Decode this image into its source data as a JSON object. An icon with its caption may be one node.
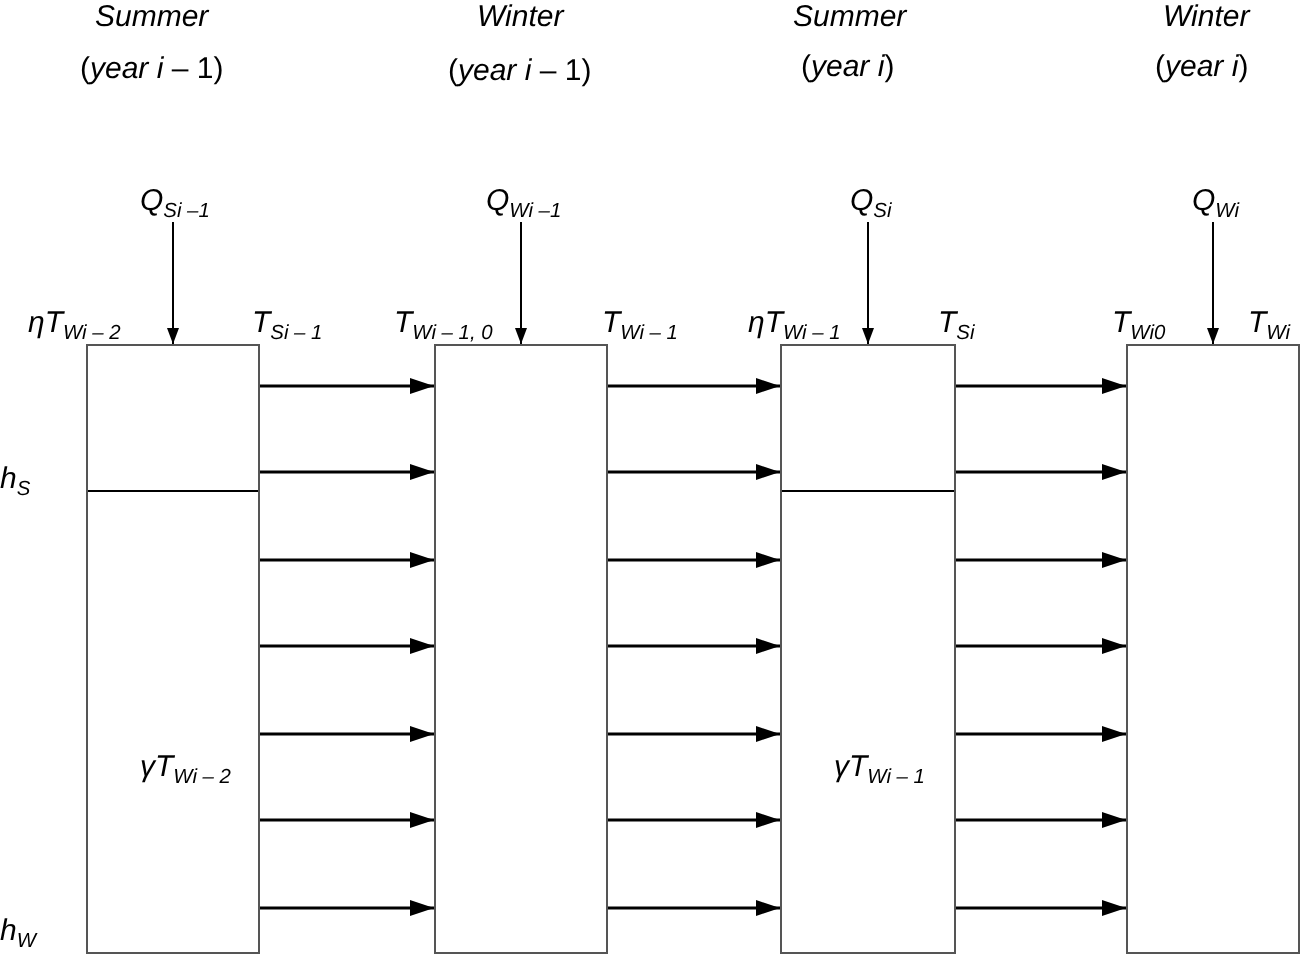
{
  "diagram": {
    "nodes": [
      {
        "text": [
          "*Q*$_{Si –1}$"
        ]
      },
      {
        "text": [
          "*Q*$_{Wi –1}$"
        ]
      },
      {
        "text": [
          "*Q*$_{Si}$"
        ]
      },
      {
        "text": [
          "*Q*$_{Wi}$"
        ]
      },
      {
        "text": [
          "*γT*$_{Wi – 2}$"
        ],
        "beside": [
          "*ηT*$_{Wi – 2}$",
          "*T*$_{Si – 1}$"
        ]
      },
      {
        "text": [],
        "shape": "box",
        "beside": [
          "*T*$_{Wi – 1, 0}$",
          "*T*$_{Wi – 1}$"
        ]
      },
      {
        "text": [
          "*γT*$_{Wi – 1}$"
        ],
        "beside": [
          "*ηT*$_{Wi – 1}$",
          "*T*$_{Si}$"
        ]
      },
      {
        "text": [],
        "shape": "box",
        "beside": [
          "*T*$_{Wi0}$",
          "*T*$_{Wi}$"
        ]
      }
    ],
    "edges": [
      {
        "from": 0,
        "to": 4,
        "arrow": "to"
      },
      {
        "from": 1,
        "to": 5,
        "arrow": "to"
      },
      {
        "from": 2,
        "to": 6,
        "arrow": "to"
      },
      {
        "from": 3,
        "to": 7,
        "arrow": "to"
      },
      {
        "from": 4,
        "to": 5,
        "arrow": "to"
      },
      {
        "from": 4,
        "to": 5,
        "arrow": "to"
      },
      {
        "from": 4,
        "to": 5,
        "arrow": "to"
      },
      {
        "from": 4,
        "to": 5,
        "arrow": "to"
      },
      {
        "from": 4,
        "to": 5,
        "arrow": "to"
      },
      {
        "from": 4,
        "to": 5,
        "arrow": "to"
      },
      {
        "from": 4,
        "to": 5,
        "arrow": "to"
      },
      {
        "from": 5,
        "to": 6,
        "arrow": "to"
      },
      {
        "from": 5,
        "to": 6,
        "arrow": "to"
      },
      {
        "from": 5,
        "to": 6,
        "arrow": "to"
      },
      {
        "from": 5,
        "to": 6,
        "arrow": "to"
      },
      {
        "from": 5,
        "to": 6,
        "arrow": "to"
      },
      {
        "from": 5,
        "to": 6,
        "arrow": "to"
      },
      {
        "from": 5,
        "to": 6,
        "arrow": "to"
      },
      {
        "from": 6,
        "to": 7,
        "arrow": "to"
      },
      {
        "from": 6,
        "to": 7,
        "arrow": "to"
      },
      {
        "from": 6,
        "to": 7,
        "arrow": "to"
      },
      {
        "from": 6,
        "to": 7,
        "arrow": "to"
      },
      {
        "from": 6,
        "to": 7,
        "arrow": "to"
      },
      {
        "from": 6,
        "to": 7,
        "arrow": "to"
      },
      {
        "from": 6,
        "to": 7,
        "arrow": "to"
      }
    ],
    "labels": [
      "Summer",
      "Winter",
      "Summer",
      "Winter",
      "(*year i* – 1)",
      "(*year i* – 1)",
      "(*year i*)",
      "(*year i*)",
      "*h*$_{S}$",
      "*h*$_{W}$"
    ]
  }
}
